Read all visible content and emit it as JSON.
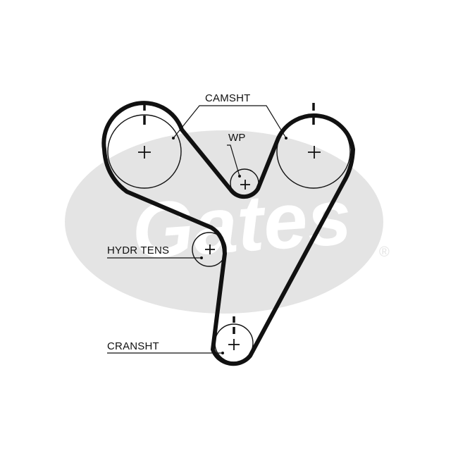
{
  "logo": {
    "text": "Gates",
    "registered_mark": "®",
    "color": "#e4e4e4"
  },
  "labels": {
    "camshaft": "CAMSHT",
    "water_pump": "WP",
    "hydraulic_tensioner": "HYDR TENS",
    "crankshaft": "CRANSHT"
  },
  "colors": {
    "belt": "#111111",
    "lines": "#111111"
  }
}
